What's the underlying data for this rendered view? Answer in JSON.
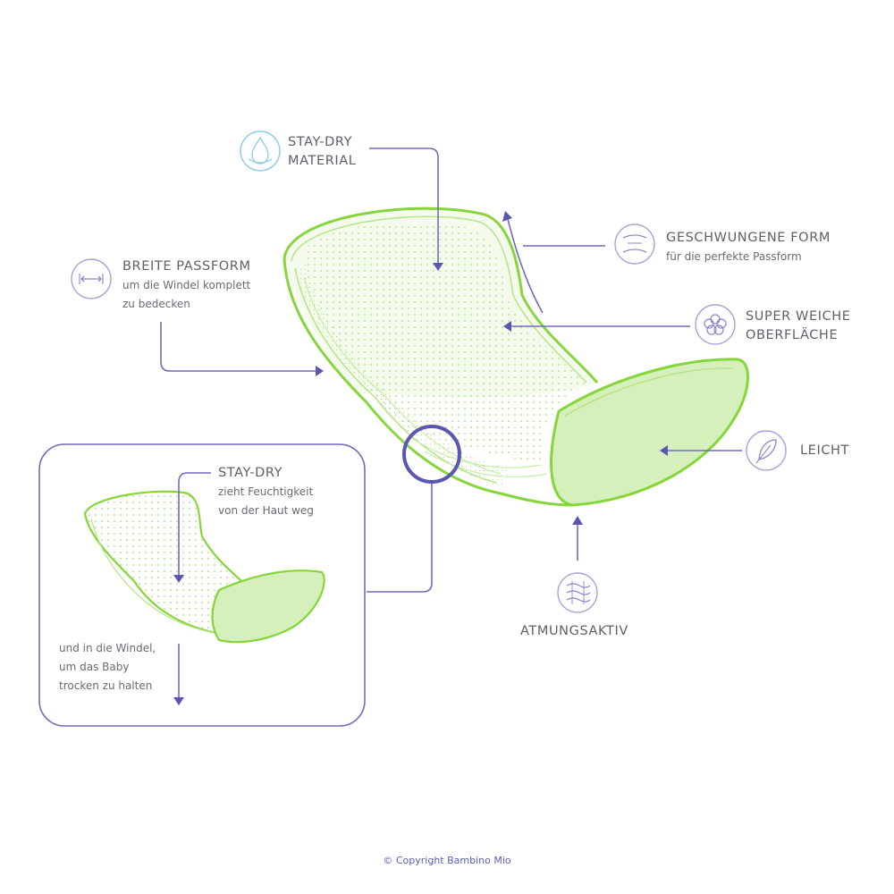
{
  "colors": {
    "accent": "#5b57b0",
    "accent_light": "#a9a6d6",
    "water_icon": "#8ecbe3",
    "pad_fill": "#d4efb6",
    "pad_stroke": "#7fd32e",
    "text": "#5f5f68"
  },
  "labels": {
    "stay_dry_material": {
      "line1": "STAY-DRY",
      "line2": "MATERIAL",
      "icon": "water-drop-icon"
    },
    "breite_passform": {
      "title": "BREITE PASSFORM",
      "line1": "um die Windel komplett",
      "line2": "zu bedecken",
      "icon": "width-arrows-icon"
    },
    "geschwungene_form": {
      "title": "GESCHWUNGENE FORM",
      "sub": "für die perfekte Passform",
      "icon": "curved-shape-icon"
    },
    "super_weiche": {
      "line1": "SUPER WEICHE",
      "line2": "OBERFLÄCHE",
      "icon": "flower-icon"
    },
    "leicht": {
      "title": "LEICHT",
      "icon": "feather-icon"
    },
    "atmungsaktiv": {
      "title": "ATMUNGSAKTIV",
      "icon": "airflow-icon"
    }
  },
  "detail": {
    "top": {
      "title": "STAY-DRY",
      "line1": "zieht Feuchtigkeit",
      "line2": "von der Haut weg"
    },
    "bottom": {
      "line1": "und in die Windel,",
      "line2": "um das Baby",
      "line3": "trocken zu halten"
    }
  },
  "footer": {
    "copyright": "© Copyright Bambino Mio"
  }
}
